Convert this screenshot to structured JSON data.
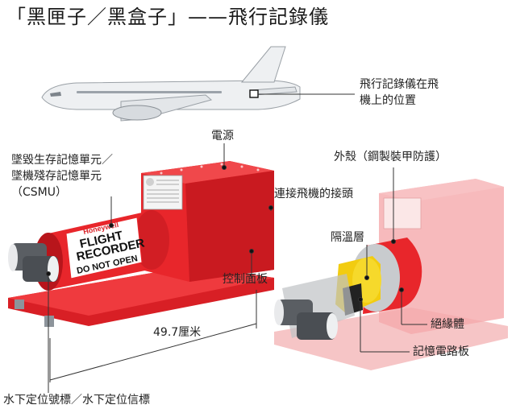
{
  "title": "「黑匣子／黑盒子」——飛行記錄儀",
  "labels": {
    "position_on_plane": [
      "飛行記錄儀在飛",
      "機上的位置"
    ],
    "power": "電源",
    "csmu": [
      "墜毀生存記憶單元／",
      "墜機殘存記憶單元",
      "（CSMU）"
    ],
    "connector": "連接飛機的接頭",
    "control_board": "控制面板",
    "length": "49.7厘米",
    "beacon": "水下定位號標／水下定位信標",
    "shell": "外殼（鋼製裝甲防護）",
    "insulation": "隔溫層",
    "insulator": "絕緣體",
    "memory_board": "記憶電路板"
  },
  "device_text": {
    "brand": "Honeywell",
    "line1": "FLIGHT",
    "line2": "RECORDER",
    "line3": "DO NOT OPEN"
  },
  "colors": {
    "recorder_red": "#e8262b",
    "recorder_dark": "#b5161b",
    "insulation_yellow": "#f2cc10",
    "gray_metal": "#5a5e63",
    "plane": "#eef0f2"
  }
}
